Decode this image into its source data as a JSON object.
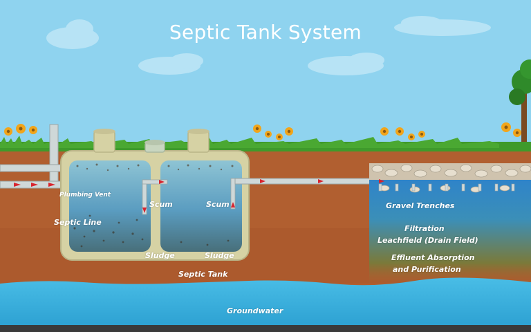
{
  "title": "Septic Tank System",
  "labels": {
    "plumbing_vent": "Plumbing Vent",
    "septic_line": "Septic Line",
    "scum_left": "Scum",
    "scum_right": "Scum",
    "sludge_left": "Sludge",
    "sludge_right": "Sludge",
    "septic_tank": "Septic Tank",
    "gravel_trenches": "Gravel Trenches",
    "filtration": "Filtration",
    "leachfield": "Leachfield (Drain Field)",
    "effluent_line1": "Effluent Absorption",
    "effluent_line2": "and Purification",
    "groundwater": "Groundwater"
  },
  "colors": {
    "sky": "#8fd3ef",
    "soil": "#b15f30",
    "grass": "#3f9a2b",
    "groundwater": "#3fb0dd",
    "tank_shell": "#d6d2a4",
    "pipe": "#cfd8d8",
    "flow_arrow": "#d8242e"
  }
}
